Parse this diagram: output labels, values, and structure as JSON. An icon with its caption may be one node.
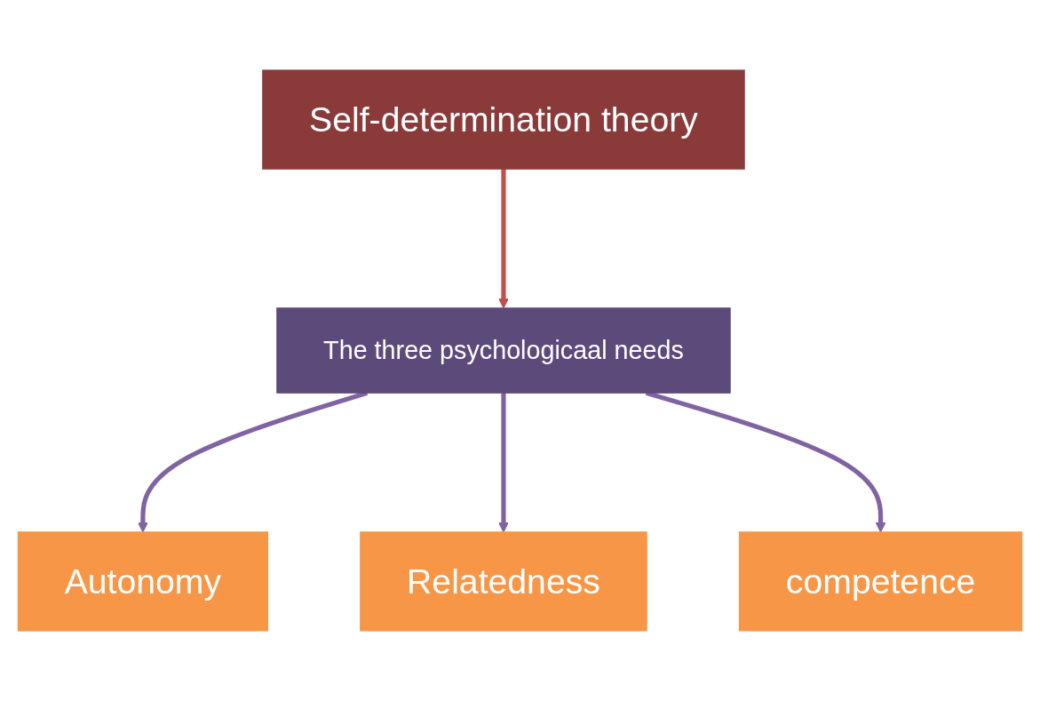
{
  "diagram": {
    "nodes": [
      {
        "text": [
          "Self-determination theory"
        ]
      },
      {
        "text": [
          "The three psychologicaal needs"
        ]
      },
      {
        "text": [
          "Autonomy"
        ]
      },
      {
        "text": [
          "Relatedness"
        ]
      },
      {
        "text": [
          "competence"
        ]
      }
    ],
    "edges": [
      {
        "from": 0,
        "to": 1,
        "arrow": "to",
        "color": "#c0504d"
      },
      {
        "from": 1,
        "to": 2,
        "arrow": "to"
      },
      {
        "from": 1,
        "to": 3,
        "arrow": "to"
      },
      {
        "from": 1,
        "to": 4,
        "arrow": "to"
      }
    ]
  }
}
